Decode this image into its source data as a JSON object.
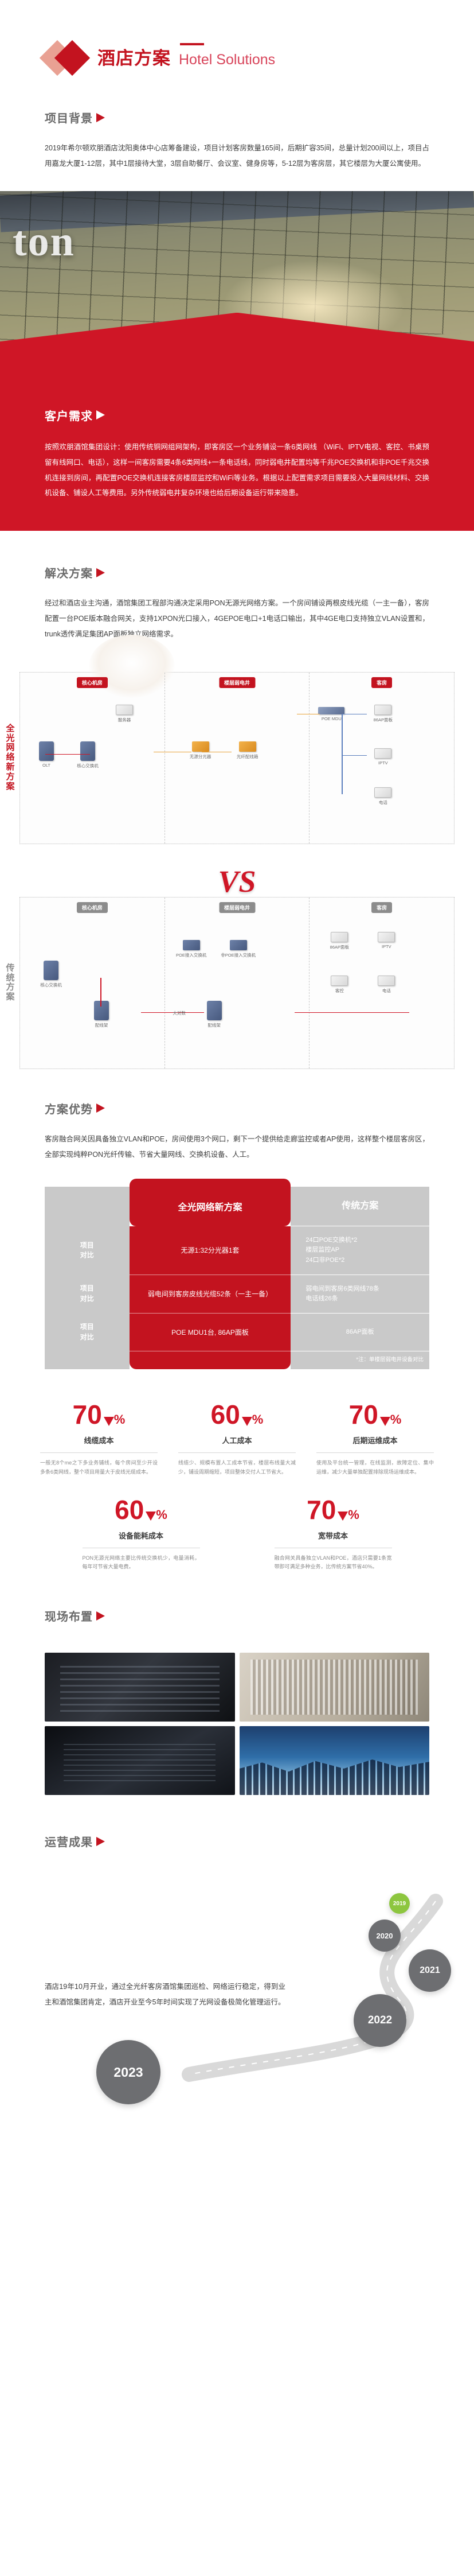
{
  "header": {
    "logo_cn": "酒店方案",
    "logo_en": "Hotel Solutions"
  },
  "sections": {
    "background": {
      "title": "项目背景",
      "text": "2019年希尔顿欢朋酒店沈阳奥体中心店筹备建设，项目计划客房数量165间，后期扩容35间，总量计划200间以上，项目占用嘉龙大厦1-12层，其中1层接待大堂，3层自助餐厅、会议室、健身房等，5-12层为客房层，其它楼层为大厦公寓使用。"
    },
    "requirement": {
      "title": "客户需求",
      "text": "按照欢朋酒馆集团设计：使用传统铜网组网架构，即客房区一个业务铺设一条6类网线 （WiFi、IPTV电视、客控、书桌预留有线网口、电话），这样一间客房需要4条6类网线+一条电话线，同时弱电井配置均等千兆POE交换机和非POE千兆交换机连接到房间，再配置POE交换机连接客房楼层监控和WiFi等业务。根据以上配置需求项目需要投入大量网线材料、交换机设备、铺设人工等费用。另外传统弱电井复杂环境也给后期设备运行带来隐患。"
    },
    "solution": {
      "title": "解决方案",
      "text": "经过和酒店业主沟通，酒馆集团工程部沟通决定采用PON无源光网络方案。一个房间铺设两根皮线光缆（一主一备），客房配置一台POE版本融合网关，支持1XPON光口接入，4GEPOE电口+1电话口输出，其中4GE电口支持独立VLAN设置和，trunk透传满足集团AP面板独立网络需求。"
    },
    "advantage": {
      "title": "方案优势",
      "text": "客房融合网关因具备独立VLAN和POE，房间使用3个网口，剩下一个提供给走廊监控或者AP使用，这样整个楼层客房区，全部实现纯粹PON光纤传输、节省大量网线、交换机设备、人工。"
    },
    "site": {
      "title": "现场布置"
    },
    "result": {
      "title": "运营成果",
      "text": "酒店19年10月开业，通过全光纤客房酒馆集团巡检、网络运行稳定，得到业主和酒馆集团肯定，酒店开业至今5年时间实现了光网设备极简化管理运行。"
    }
  },
  "diagram": {
    "new_label": "全光网络新方案",
    "old_label": "传统方案",
    "vs": "VS",
    "new_zones": [
      {
        "tag": "核心机房",
        "nodes": [
          "OLT",
          "核心交换机",
          "服务器"
        ]
      },
      {
        "tag": "楼层弱电井",
        "nodes": [
          "无源分光器",
          "光纤配线箱"
        ]
      },
      {
        "tag": "客房",
        "nodes": [
          "POE MDU",
          "86AP面板",
          "IPTV",
          "电话"
        ]
      }
    ],
    "old_zones": [
      {
        "tag": "核心机房",
        "nodes": [
          "核心交换机",
          "配线架"
        ]
      },
      {
        "tag": "楼层弱电井",
        "nodes": [
          "POE接入交换机",
          "非POE接入交换机",
          "配线架"
        ]
      },
      {
        "tag": "客房",
        "nodes": [
          "86AP面板",
          "IPTV",
          "客控",
          "电话"
        ]
      }
    ],
    "link_label": "大对数"
  },
  "compare": {
    "row_label": "项目\n对比",
    "head_new": "全光网络新方案",
    "head_old": "传统方案",
    "rows": [
      {
        "label": "项目对比",
        "new": "无源1:32分光器1套",
        "old": "24口POE交换机*2\n楼层监控AP\n24口非POE*2"
      },
      {
        "label": "项目对比",
        "new": "弱电间到客房皮线光缆52条（一主一备）",
        "old": "弱电间到客房6类网线78条\n电话线26条"
      },
      {
        "label": "项目对比",
        "new": "POE MDU1台, 86AP面板",
        "old": "86AP面板"
      }
    ],
    "note": "*注：单楼层弱电井设备对比"
  },
  "stats": {
    "row1": [
      {
        "num": "70",
        "pct": "%",
        "label": "线缆成本",
        "desc": "一般无8个me之下多业务铺线，每个房间至少开设多条6类网线，整个项目用量大于皮线光缆成本。"
      },
      {
        "num": "60",
        "pct": "%",
        "label": "人工成本",
        "desc": "线缆少、规模布置人工成本节省，楼层布线量大减少，铺设周期缩短，项目整体交付人工节省大。"
      },
      {
        "num": "70",
        "pct": "%",
        "label": "后期运维成本",
        "desc": "使用及平台统一管理，在线监测，故障定位、集中运维，减少大量单独配置排除现场运维成本。"
      }
    ],
    "row2": [
      {
        "num": "60",
        "pct": "%",
        "label": "设备能耗成本",
        "desc": "PON无源光网络主要比传统交换机少，电量消耗，每年可节省大量电费。"
      },
      {
        "num": "70",
        "pct": "%",
        "label": "宽带成本",
        "desc": "融合网关具备独立VLAN和POE，酒店只需要1条宽带即可满足多种业务，比传统方案节省40%。"
      }
    ]
  },
  "timeline": {
    "items": [
      {
        "year": "2019"
      },
      {
        "year": "2020"
      },
      {
        "year": "2021"
      },
      {
        "year": "2022"
      },
      {
        "year": "2023"
      }
    ]
  }
}
